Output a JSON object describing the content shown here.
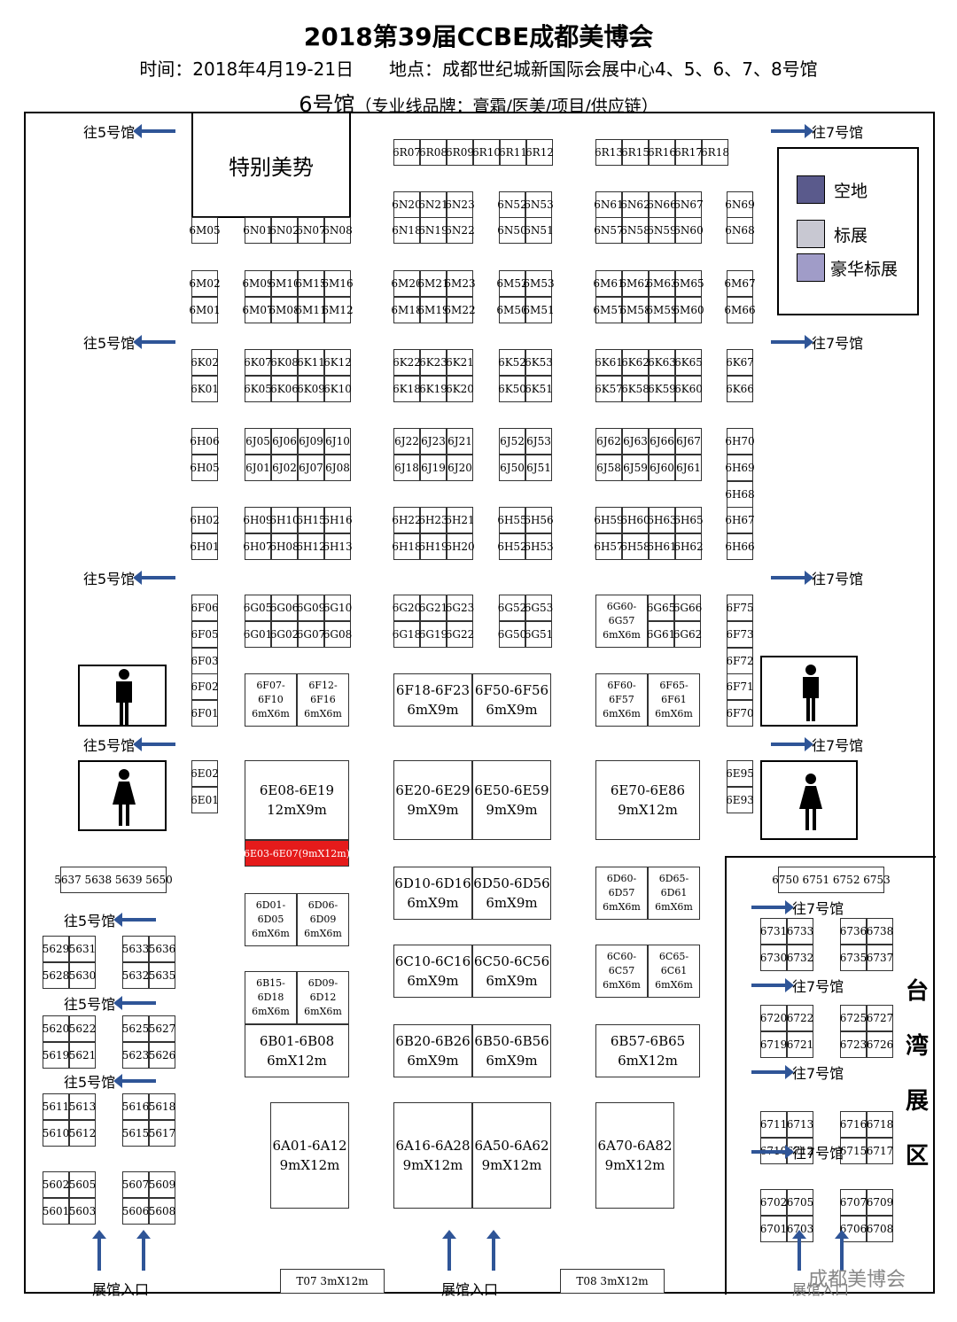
{
  "header": {
    "title": "2018第39届CCBE成都美博会",
    "subtitle": "时间：2018年4月19-21日　　地点：成都世纪城新国际会展中心4、5、6、7、8号馆",
    "hall": "6号馆",
    "hall_note": "（专业线品牌：膏霜/医美/项目/供应链）"
  },
  "special_area": "特别美势",
  "legend": {
    "empty": "空地",
    "standard": "标展",
    "luxury": "豪华标展",
    "colors": {
      "empty": "#5a5a8c",
      "standard": "#c8c8d2",
      "luxury": "#a09cc8"
    }
  },
  "nav": {
    "to5": "往5号馆",
    "to7": "往7号馆"
  },
  "entrance": "展馆入口",
  "taiwan": [
    "台",
    "湾",
    "展",
    "区"
  ],
  "watermark": "成都美博会",
  "booths": {
    "r_row": [
      "6R07",
      "6R08",
      "6R09",
      "6R10",
      "6R11",
      "6R12",
      "6R13",
      "6R15",
      "6R16",
      "6R17",
      "6R18"
    ],
    "highlight": "6E03-6E07(9mX12m)",
    "b6E08": "6E08-6E19\n12mX9m",
    "b6E20": "6E20-6E29\n9mX9m",
    "b6E50": "6E50-6E59\n9mX9m",
    "b6E70": "6E70-6E86\n9mX12m",
    "b6F18": "6F18-6F23\n6mX9m",
    "b6F50": "6F50-6F56\n6mX9m",
    "b6D10": "6D10-6D16\n6mX9m",
    "b6D50": "6D50-6D56\n6mX9m",
    "b6C10": "6C10-6C16\n6mX9m",
    "b6C50": "6C50-6C56\n6mX9m",
    "b6B20": "6B20-6B26\n6mX9m",
    "b6B50": "6B50-6B56\n6mX9m",
    "b6B57": "6B57-6B65\n6mX12m",
    "b6B01": "6B01-6B08\n6mX12m",
    "b6A01": "6A01-6A12\n9mX12m",
    "b6A16": "6A16-6A28\n9mX12m",
    "b6A50": "6A50-6A62\n9mX12m",
    "b6A70": "6A70-6A82\n9mX12m",
    "b6F07": "6F07-\n6F10\n6mX6m",
    "b6F12": "6F12-\n6F16\n6mX6m",
    "b6F60": "6F60-\n6F57\n6mX6m",
    "b6F65": "6F65-\n6F61\n6mX6m",
    "b6G60": "6G60-\n6G57\n6mX6m",
    "b6D01": "6D01-\n6D05\n6mX6m",
    "b6D06": "6D06-\n6D09\n6mX6m",
    "b6D60": "6D60-\n6D57\n6mX6m",
    "b6D65": "6D65-\n6D61\n6mX6m",
    "b6C60": "6C60-\n6C57\n6mX6m",
    "b6C65": "6C65-\n6C61\n6mX6m",
    "b6B15": "6B15-\n6D18\n6mX6m",
    "b6D09": "6D09-\n6D12\n6mX6m",
    "t07": "T07  3mX12m",
    "t08": "T08  3mX12m",
    "b6750": "6750 6751 6752 6753",
    "b5637": "5637 5638 5639 5650"
  },
  "grid": [
    [
      "6M05",
      "6N01",
      "6N02",
      "6N07",
      "6N08",
      "6N18",
      "6N19",
      "6N22",
      "6N50",
      "6N51",
      "6N57",
      "6N58",
      "6N59",
      "6N60",
      "6N68"
    ],
    [
      "6N20",
      "6N21",
      "6N23",
      "6N52",
      "6N53",
      "6N61",
      "6N62",
      "6N66",
      "6N67",
      "6N69"
    ],
    [
      "6M02",
      "6M09",
      "6M10",
      "6M15",
      "6M16",
      "6M20",
      "6M21",
      "6M23",
      "6M52",
      "6M53",
      "6M61",
      "6M62",
      "6M63",
      "6M65",
      "6M67"
    ],
    [
      "6M01",
      "6M07",
      "6M08",
      "6M11",
      "6M12",
      "6M18",
      "6M19",
      "6M22",
      "6M50",
      "6M51",
      "6M57",
      "6M58",
      "6M59",
      "6M60",
      "6M66"
    ],
    [
      "6K02",
      "6K07",
      "6K08",
      "6K11",
      "6K12",
      "6K22",
      "6K23",
      "6K21",
      "6K52",
      "6K53",
      "6K61",
      "6K62",
      "6K63",
      "6K65",
      "6K67"
    ],
    [
      "6K01",
      "6K05",
      "6K06",
      "6K09",
      "6K10",
      "6K18",
      "6K19",
      "6K20",
      "6K50",
      "6K51",
      "6K57",
      "6K58",
      "6K59",
      "6K60",
      "6K66"
    ],
    [
      "6H06",
      "6J05",
      "6J06",
      "6J09",
      "6J10",
      "6J22",
      "6J23",
      "6J21",
      "6J52",
      "6J53",
      "6J62",
      "6J63",
      "6J66",
      "6J67",
      "6H70"
    ],
    [
      "6H05",
      "6J01",
      "6J02",
      "6J07",
      "6J08",
      "6J18",
      "6J19",
      "6J20",
      "6J50",
      "6J51",
      "6J58",
      "6J59",
      "6J60",
      "6J61",
      "6H69"
    ],
    [
      "6H02",
      "6H09",
      "6H10",
      "6H15",
      "6H16",
      "6H22",
      "6H23",
      "6H21",
      "6H55",
      "6H56",
      "6H59",
      "6H60",
      "6H63",
      "6H65",
      "6H67"
    ],
    [
      "6H01",
      "6H07",
      "6H08",
      "6H12",
      "6H13",
      "6H18",
      "6H19",
      "6H20",
      "6H52",
      "6H53",
      "6H57",
      "6H58",
      "6H61",
      "6H62",
      "6H66"
    ],
    [
      "6F06",
      "6G05",
      "6G06",
      "6G09",
      "6G10",
      "6G20",
      "6G21",
      "6G23",
      "6G52",
      "6G53",
      "6G65",
      "6G66",
      "6F75"
    ],
    [
      "6F05",
      "6G01",
      "6G02",
      "6G07",
      "6G08",
      "6G18",
      "6G19",
      "6G22",
      "6G50",
      "6G51",
      "6G61",
      "6G62",
      "6F73"
    ]
  ],
  "single": {
    "h68": "6H68",
    "f03": "6F03",
    "f02": "6F02",
    "f01": "6F01",
    "f72": "6F72",
    "f71": "6F71",
    "f70": "6F70",
    "e02": "6E02",
    "e01": "6E01",
    "e95": "6E95",
    "e93": "6E93"
  },
  "hall5": [
    [
      "5629",
      "5631",
      "5633",
      "5636"
    ],
    [
      "5628",
      "5630",
      "5632",
      "5635"
    ],
    [
      "5620",
      "5622",
      "5625",
      "5627"
    ],
    [
      "5619",
      "5621",
      "5623",
      "5626"
    ],
    [
      "5611",
      "5613",
      "5616",
      "5618"
    ],
    [
      "5610",
      "5612",
      "5615",
      "5617"
    ],
    [
      "5602",
      "5605",
      "5607",
      "5609"
    ],
    [
      "5601",
      "5603",
      "5606",
      "5608"
    ]
  ],
  "hall7": [
    [
      "6731",
      "6733",
      "6736",
      "6738"
    ],
    [
      "6730",
      "6732",
      "6735",
      "6737"
    ],
    [
      "6720",
      "6722",
      "6725",
      "6727"
    ],
    [
      "6719",
      "6721",
      "6723",
      "6726"
    ],
    [
      "6711",
      "6713",
      "6716",
      "6718"
    ],
    [
      "6710",
      "6712",
      "6715",
      "6717"
    ],
    [
      "6702",
      "6705",
      "6707",
      "6709"
    ],
    [
      "6701",
      "6703",
      "6706",
      "6708"
    ]
  ]
}
